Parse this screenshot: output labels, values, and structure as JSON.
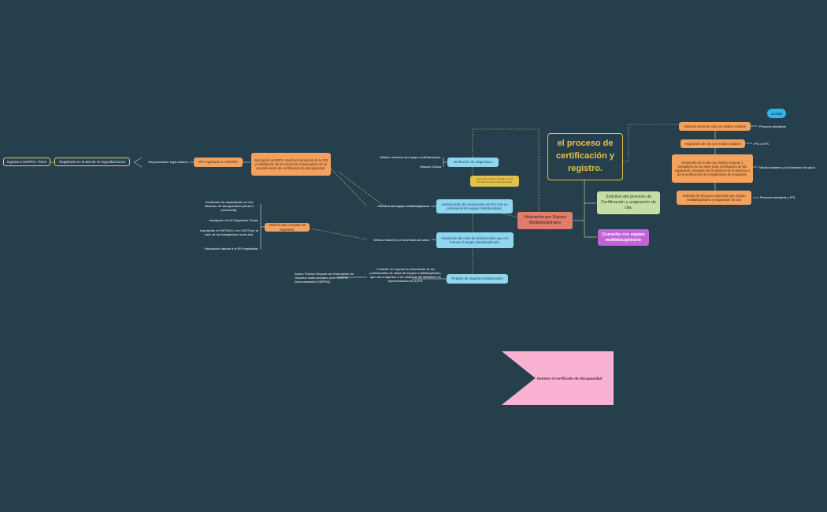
{
  "central": "el proceso de certificación y registro.",
  "branches": {
    "valoracion": "Valoración por Equipo Multidisciplinario",
    "solicitud": "Solicitud del proceso de Certificación y asignación de cita.",
    "consulta": "Consulta con equipo multidisciplinario"
  },
  "actor_badge": "ACTOR",
  "right_steps": [
    {
      "text": "Solicitud inicial de cita con médico tratante",
      "actor": "Persona solicitante"
    },
    {
      "text": "Asignación de cita con médico tratante",
      "actor": "IPS o EPS"
    },
    {
      "text": "Desarrollo de la cita con médico tratante y expedición de la orden para certificación de dis capacidad, resultado de la solicitud de la persona o de la verificación de cumplimiento de requisitos.",
      "actor": "Médico tratante y la Secretaría de salud"
    },
    {
      "text": "Solicitud de cita para valoración por equipo multidisciplinario y asignación de cita",
      "actor": "Persona solicitante y IPS"
    }
  ],
  "left_flow": {
    "verificacion": "Verificación de Diagnóstico",
    "verificacion_labels": [
      "Medico miembro del equipo multidisciplinar.",
      "Historia Clínica"
    ],
    "note": "Este paso puede ir paralelo con el RLCPD en la secretaria de salud",
    "autenticacion": "Autenticación de credenciales de IPS s de un profesional del equipo multidisciplinar.",
    "autenticacion_label": "Miembro del equipo multidisciplinario",
    "inscripcion_prof": "Inscripción del resto de profesionales que con forman el equipo interdisciplinario.",
    "inscripcion_label": "Médico tratante y la Secretaria de salud",
    "reporte": "Reporte de usuarios institucionales",
    "reporte_desc": "Consiste en reportar la información de los profesionales de salud del equipo multidisciplinario, que van a ingresar a los sistemas del Ministerio en representación de la IPS.",
    "anexo": "Anexo Técnico Reporte de Información de Usuarios Institucionales (web SISPRO - Documentación SISPRO)",
    "inscripcion_reps": "Inscripción al REPS, Verificar inscripción de la IPS y habilitación de los servicios relacionados con el procedimiento de certificación de discapacidad.",
    "ips_registrada": "IPS registrada en SISPRO",
    "representante": "Representante legal deberá:",
    "registrarse": "Registrarse en la web de mi seguridad social",
    "ingresar": "Ingresar a SISPRO - PISIS",
    "verificar_req": "Verificar que cumplan los requisitos:",
    "requisitos": [
      "Certificado de capacitación en Cer tificación de discapacidad (virtual o presencial).",
      "Inscripción en Mi Seguridad Social.",
      "Inscripción en ReTHUS o en CNTS (en el caso de los trabajadores socia les).",
      "Vinculación laboral a la IPS registrada."
    ]
  },
  "final": "Generar el certificado de discapacidad"
}
